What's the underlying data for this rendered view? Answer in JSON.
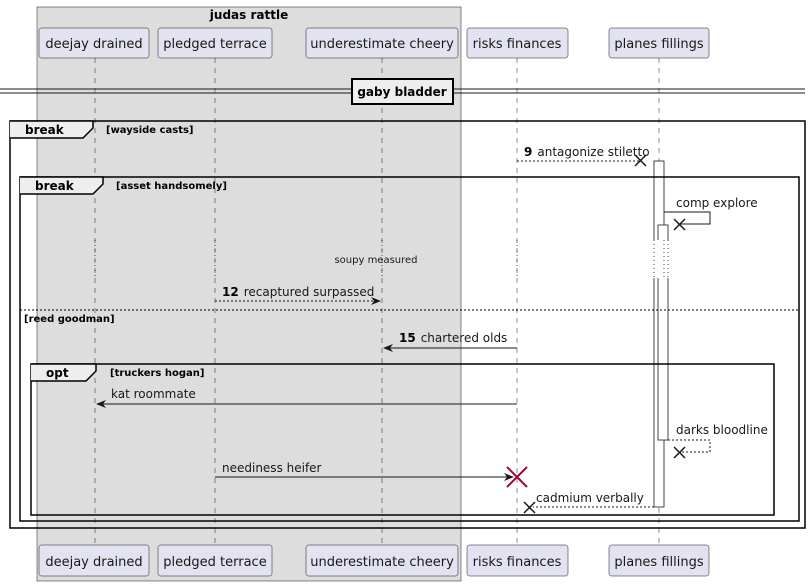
{
  "box": {
    "title": "judas rattle",
    "fill": "#dddddd"
  },
  "participants": [
    {
      "id": "p1",
      "label": "deejay drained"
    },
    {
      "id": "p2",
      "label": "pledged terrace"
    },
    {
      "id": "p3",
      "label": "underestimate cheery"
    },
    {
      "id": "p4",
      "label": "risks finances"
    },
    {
      "id": "p5",
      "label": "planes fillings"
    }
  ],
  "divider": {
    "label": "gaby bladder"
  },
  "fragments": {
    "outer": {
      "keyword": "break",
      "guard": "[wayside casts]"
    },
    "inner": {
      "keyword": "break",
      "guard": "[asset handsomely]",
      "else_guard": "[reed goodman]"
    },
    "opt": {
      "keyword": "opt",
      "guard": "[truckers hogan]"
    }
  },
  "messages": {
    "m9": {
      "num": "9",
      "text": "antagonize stiletto"
    },
    "comp": {
      "text": "comp explore"
    },
    "delay": {
      "text": "soupy measured"
    },
    "m12": {
      "num": "12",
      "text": "recaptured surpassed"
    },
    "m15": {
      "num": "15",
      "text": "chartered olds"
    },
    "kat": {
      "text": "kat roommate"
    },
    "darks": {
      "text": "darks bloodline"
    },
    "needy": {
      "text": "neediness heifer"
    },
    "cadmium": {
      "text": "cadmium verbally"
    }
  },
  "colors": {
    "participant_fill": "#e2e2f0",
    "participant_border": "#181818",
    "destroy_accent": "#a80036"
  }
}
